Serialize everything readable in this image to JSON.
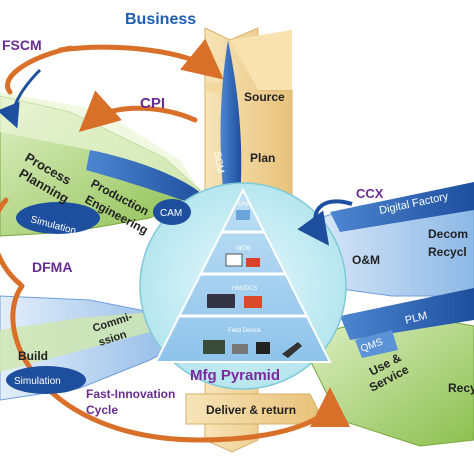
{
  "diagram": {
    "labels": {
      "business": "Business",
      "fscm": "FSCM",
      "cpi": "CPI",
      "source": "Source",
      "plan": "Plan",
      "scm": "SCM",
      "process_line1": "Process",
      "process_line2": "Planning",
      "production_line1": "Production",
      "production_line2": "Engineering",
      "simulation_top": "Simulation",
      "cam": "CAM",
      "ccx": "CCX",
      "digital_factory": "Digital Factory",
      "om": "O&M",
      "decom_line1": "Decom",
      "decom_line2": "Recycl",
      "dfma": "DFMA",
      "plm": "PLM",
      "qms": "QMS",
      "commission_line1": "Commi-",
      "commission_line2": "ssion",
      "build": "Build",
      "use_line1": "Use &",
      "use_line2": "Service",
      "recy": "Recy",
      "simulation_bottom": "Simulation",
      "fast_line1": "Fast-Innovation",
      "fast_line2": "Cycle",
      "deliver": "Deliver & return"
    },
    "pyramid": {
      "title": "Mfg Pyramid",
      "levels": [
        "ERP",
        "MOM",
        "HMI/DCS",
        "Field Device"
      ]
    },
    "colors": {
      "title_blue": "#1f5fb0",
      "label_purple": "#6a2c91",
      "pyramid_title_purple": "#7a2a9c",
      "arrow_orange": "#d9702a",
      "dark_blue": "#1e4f9e",
      "green_light": "#c7e3a6",
      "green_dark": "#79a83c",
      "blue_light": "#d6e7f7",
      "blue_mid": "#5b93d6",
      "tan": "#f3d9a0",
      "circle": "#cdeff4"
    }
  }
}
